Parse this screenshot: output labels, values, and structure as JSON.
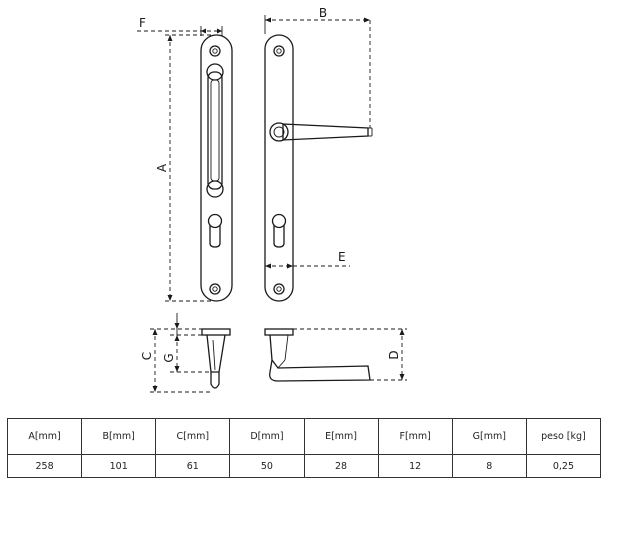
{
  "drawing": {
    "labels": {
      "A": "A",
      "B": "B",
      "C": "C",
      "D": "D",
      "E": "E",
      "F": "F",
      "G": "G"
    }
  },
  "table": {
    "headers": [
      "A[mm]",
      "B[mm]",
      "C[mm]",
      "D[mm]",
      "E[mm]",
      "F[mm]",
      "G[mm]",
      "peso [kg]"
    ],
    "values": [
      "258",
      "101",
      "61",
      "50",
      "28",
      "12",
      "8",
      "0,25"
    ]
  }
}
